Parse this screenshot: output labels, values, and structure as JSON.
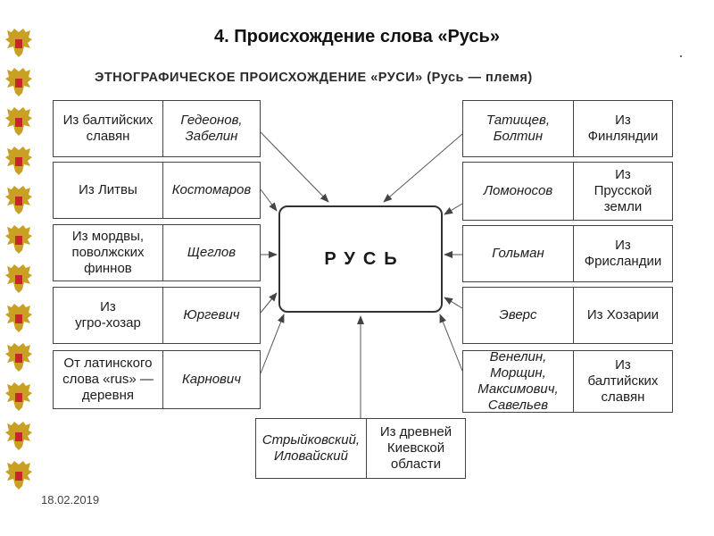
{
  "slide": {
    "title": "4. Происхождение слова «Русь»",
    "date": "18.02.2019"
  },
  "diagram": {
    "heading": "ЭТНОГРАФИЧЕСКОЕ ПРОИСХОЖДЕНИЕ «РУСИ» (Русь — племя)",
    "center": "РУСЬ",
    "left": [
      {
        "origin": "Из балтийских\nславян",
        "author": "Гедеонов,\nЗабелин"
      },
      {
        "origin": "Из Литвы",
        "author": "Костомаров"
      },
      {
        "origin": "Из мордвы,\nповолжских\nфиннов",
        "author": "Щеглов"
      },
      {
        "origin": "Из\nугро-хозар",
        "author": "Юргевич"
      },
      {
        "origin": "От латинского\nслова «rus» —\nдеревня",
        "author": "Карнович"
      }
    ],
    "right": [
      {
        "author": "Татищев,\nБолтин",
        "origin": "Из\nФинляндии"
      },
      {
        "author": "Ломоносов",
        "origin": "Из\nПрусской\nземли"
      },
      {
        "author": "Гольман",
        "origin": "Из\nФрисландии"
      },
      {
        "author": "Эверс",
        "origin": "Из Хозарии"
      },
      {
        "author": "Венелин,\nМорщин,\nМаксимович,\nСавельев",
        "origin": "Из\nбалтийских\nславян"
      }
    ],
    "bottom": {
      "author": "Стрыйковский,\nИловайский",
      "origin": "Из древней\nКиевской\nобласти"
    }
  }
}
